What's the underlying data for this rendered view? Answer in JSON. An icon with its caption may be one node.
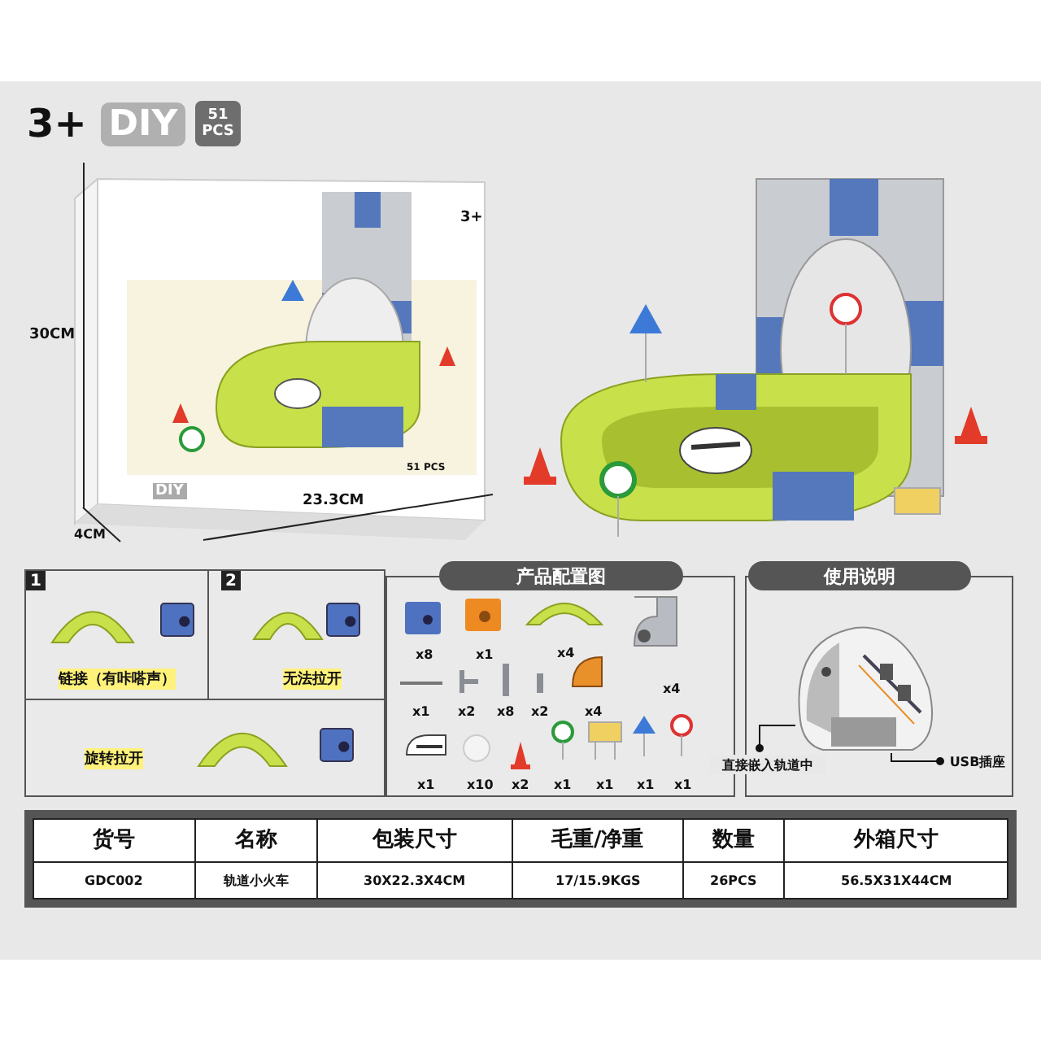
{
  "diagram": {
    "nodes": [
      {
        "text": [
          "DIY"
        ]
      },
      {
        "text": [
          "51 PCS"
        ]
      },
      {
        "text": [
          "1"
        ]
      },
      {
        "text": [
          "2"
        ]
      },
      {
        "text": [
          "产品配置图"
        ]
      },
      {
        "text": [
          "使用说明"
        ]
      },
      {
        "text": [
          "直接嵌入轨道中"
        ]
      },
      {
        "text": [
          "USB插座"
        ]
      },
      {
        "text": [],
        "shape": "picture"
      }
    ],
    "edges": [
      {
        "from": 6,
        "to": 8,
        "arrow": "other"
      },
      {
        "from": 7,
        "to": 8,
        "arrow": "other"
      }
    ],
    "labels": [
      "3+",
      "3+",
      "DIY",
      "51 PCS",
      "30CM",
      "23.3CM",
      "4CM",
      "链接（有咔嗒声）",
      "无法拉开",
      "旋转拉开",
      "x8",
      "x1",
      "x4",
      "x4",
      "x1",
      "x2",
      "x8",
      "x2",
      "x4",
      "x1",
      "x10",
      "x2",
      "x1",
      "x1",
      "x1",
      "x1",
      "货号",
      "名称",
      "包装尺寸",
      "毛重/净重",
      "数量",
      "外箱尺寸",
      "GDC002",
      "轨道小火车",
      "30X22.3X4CM",
      "17/15.9KGS",
      "26PCS",
      "56.5X31X44CM"
    ]
  }
}
